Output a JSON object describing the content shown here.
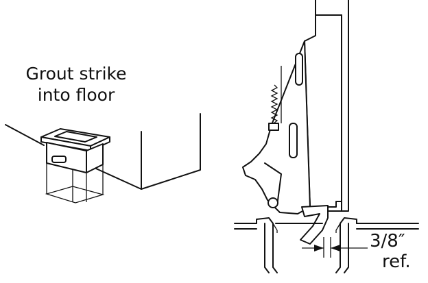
{
  "figure": {
    "strike_caption": {
      "line1": "Grout strike",
      "line2": "into floor"
    },
    "gap_dimension": {
      "value": "3/8″",
      "note": "ref."
    },
    "ink_color": "#111111",
    "background_color": "#ffffff"
  }
}
